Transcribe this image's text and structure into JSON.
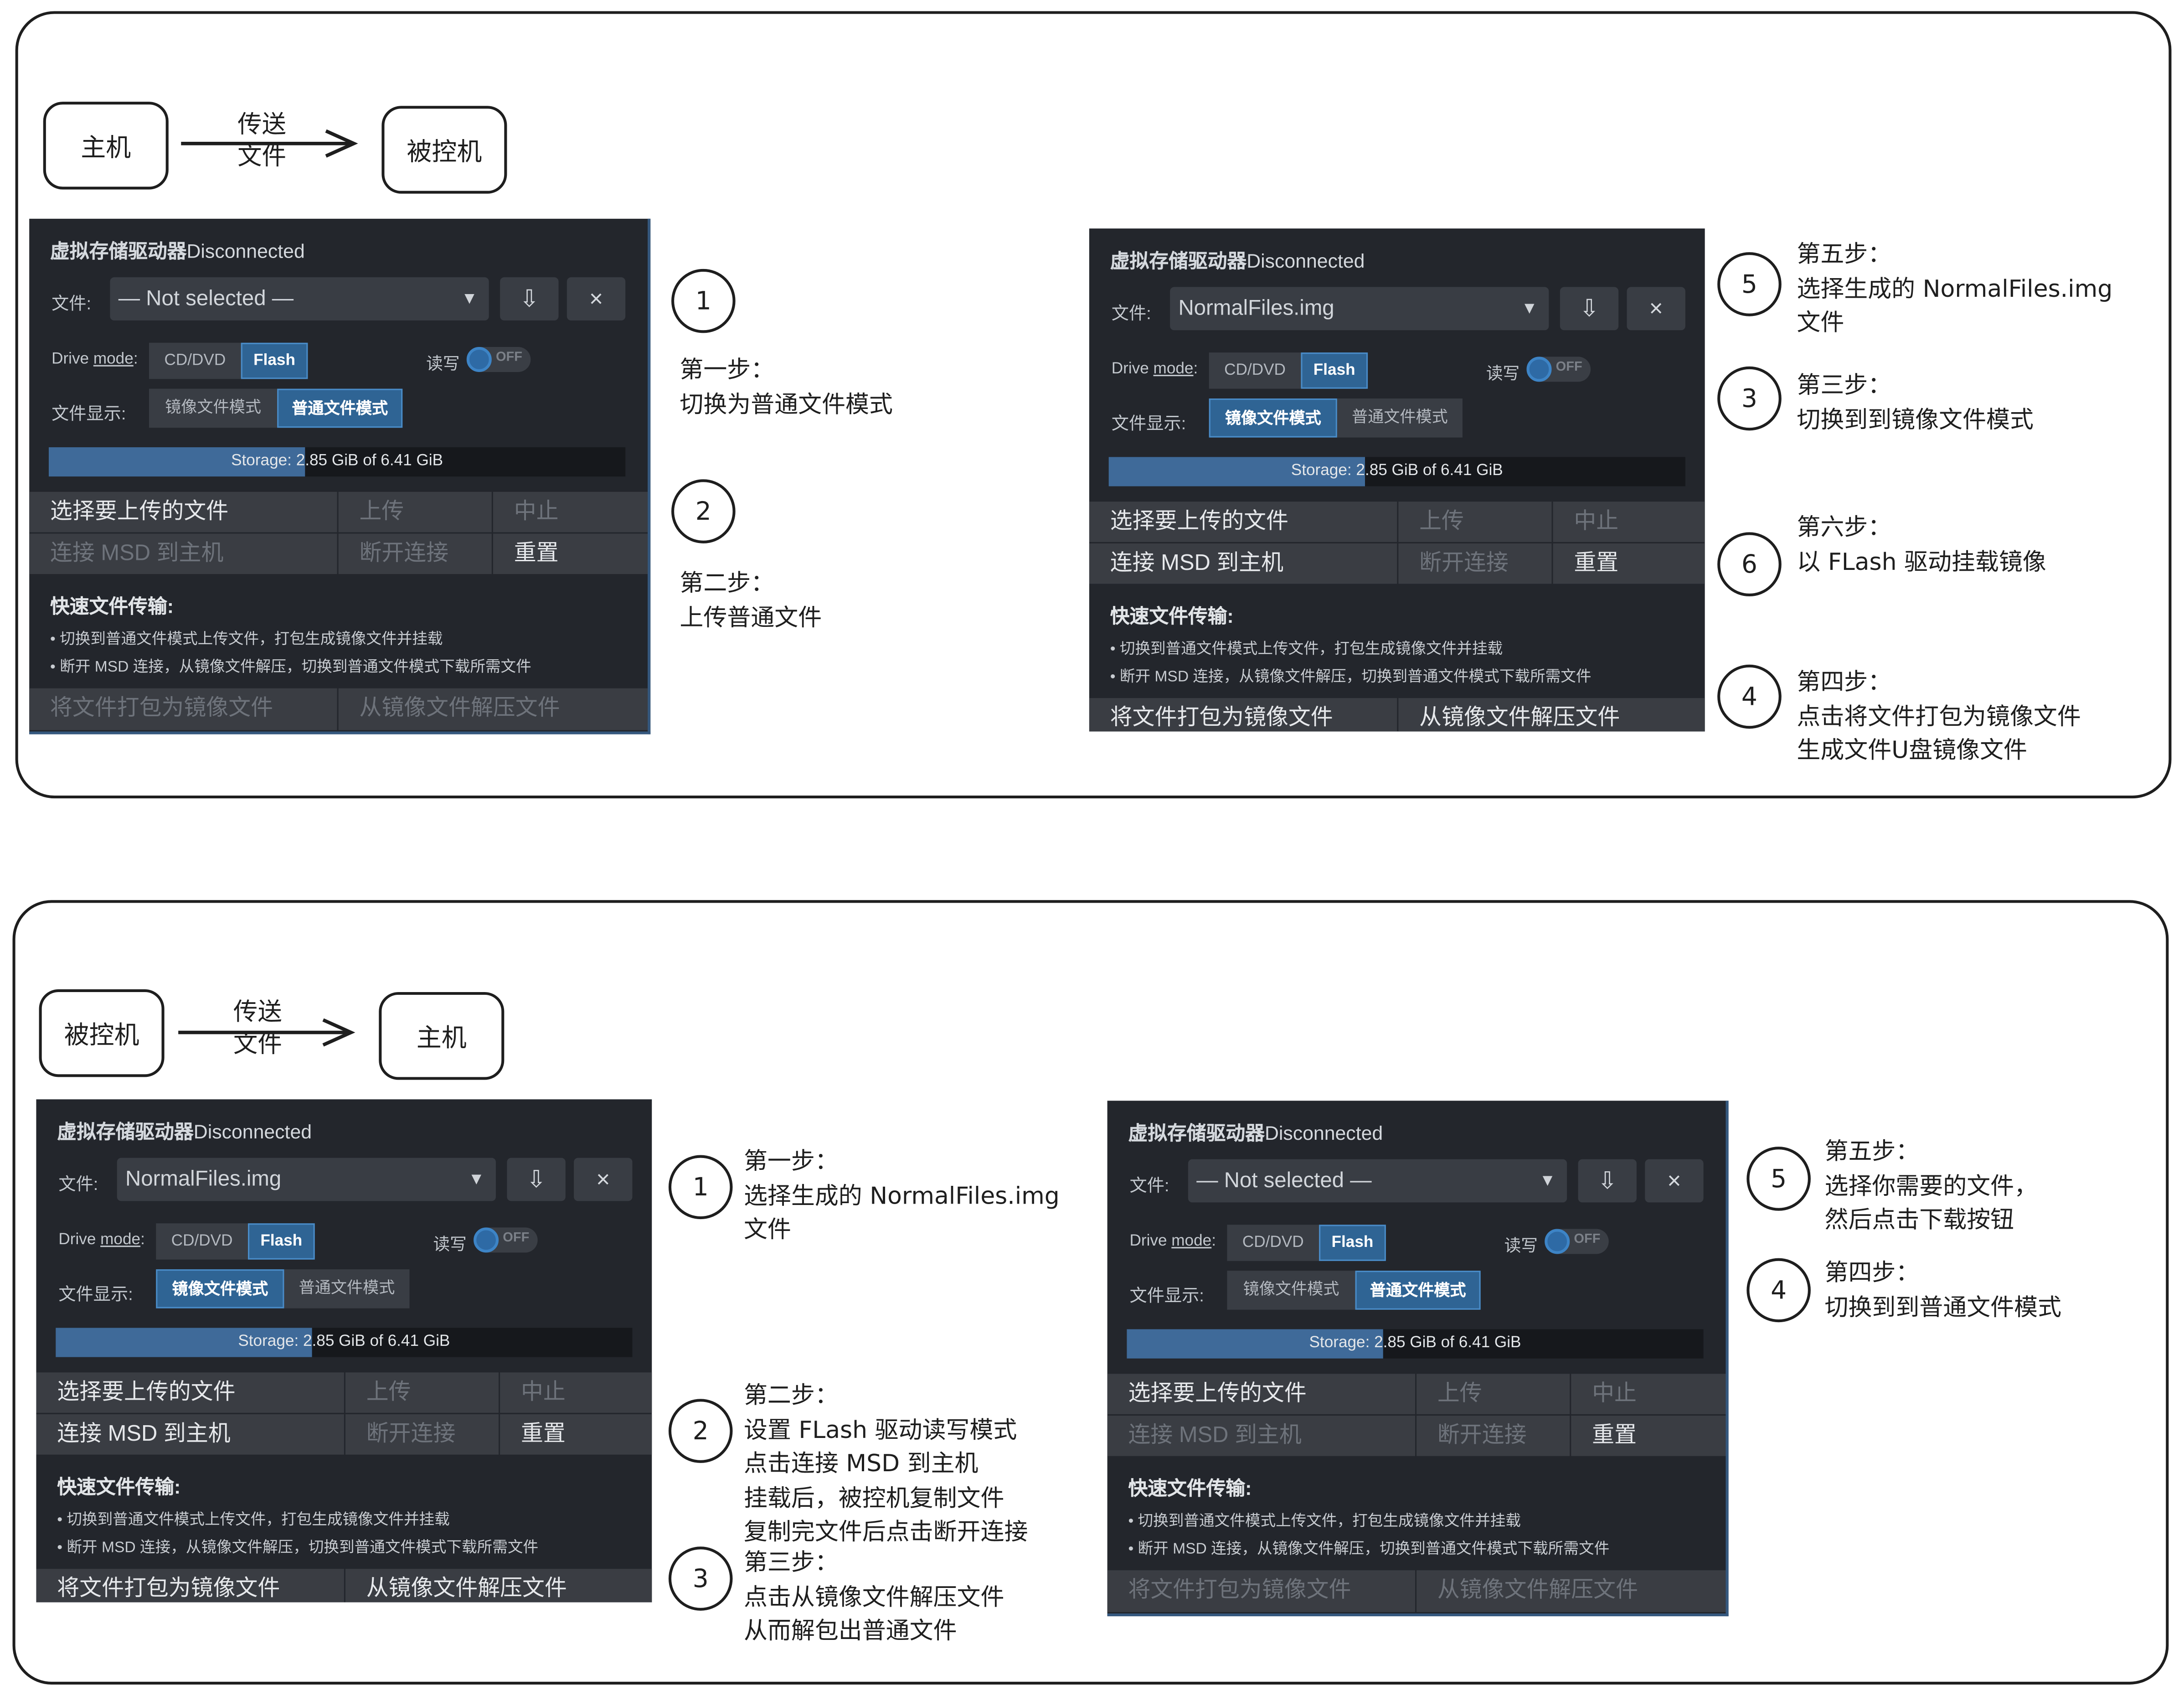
{
  "panel_labels": {
    "title_cn": "虚拟存储驱动器",
    "status": "Disconnected",
    "file_label": "文件:",
    "download_icon": "⇩",
    "close_icon": "×",
    "drive_mode_word": "Drive ",
    "drive_mode_u": "mode",
    "drive_mode_colon": ":",
    "mode_cd": "CD/DVD",
    "mode_flash": "Flash",
    "rw_label": "读写",
    "toggle_off": "OFF",
    "display_label": "文件显示:",
    "mode_image": "镜像文件模式",
    "mode_normal": "普通文件模式",
    "storage_text": "Storage: 2.85 GiB of 6.41 GiB",
    "select_upload": "选择要上传的文件",
    "upload": "上传",
    "abort": "中止",
    "connect_msd": "连接 MSD 到主机",
    "disconnect": "断开连接",
    "reset": "重置",
    "quick_title": "快速文件传输:",
    "quick_line1": "• 切换到普通文件模式上传文件，打包生成镜像文件并挂载",
    "quick_line2": "• 断开 MSD 连接，从镜像文件解压，切换到普通文件模式下载所需文件",
    "pack": "将文件打包为镜像文件",
    "unpack": "从镜像文件解压文件"
  },
  "storage_fraction": 0.445,
  "section1": {
    "flow": {
      "from": "主机",
      "label_line1": "传送",
      "label_line2": "文件",
      "to": "被控机"
    },
    "panel_a": {
      "file_value": "— Not selected —",
      "display_mode": "普通文件模式"
    },
    "panel_b": {
      "file_value": "NormalFiles.img",
      "display_mode": "镜像文件模式"
    },
    "steps_left": [
      {
        "num": "1",
        "title": "第一步：",
        "lines": [
          "切换为普通文件模式"
        ]
      },
      {
        "num": "2",
        "title": "第二步：",
        "lines": [
          "上传普通文件"
        ]
      }
    ],
    "steps_right": [
      {
        "num": "5",
        "title": "第五步：",
        "lines": [
          "选择生成的 NormalFiles.img",
          "文件"
        ]
      },
      {
        "num": "3",
        "title": "第三步：",
        "lines": [
          "切换到到镜像文件模式"
        ]
      },
      {
        "num": "6",
        "title": "第六步：",
        "lines": [
          "以 FLash 驱动挂载镜像"
        ]
      },
      {
        "num": "4",
        "title": "第四步：",
        "lines": [
          "点击将文件打包为镜像文件",
          "生成文件U盘镜像文件"
        ]
      }
    ]
  },
  "section2": {
    "flow": {
      "from": "被控机",
      "label_line1": "传送",
      "label_line2": "文件",
      "to": "主机"
    },
    "panel_c": {
      "file_value": "NormalFiles.img",
      "display_mode": "镜像文件模式"
    },
    "panel_d": {
      "file_value": "— Not selected —",
      "display_mode": "普通文件模式"
    },
    "steps_left": [
      {
        "num": "1",
        "title": "第一步：",
        "lines": [
          "选择生成的 NormalFiles.img",
          "文件"
        ]
      },
      {
        "num": "2",
        "title": "第二步：",
        "lines": [
          "设置 FLash 驱动读写模式",
          "点击连接 MSD 到主机",
          "挂载后，被控机复制文件",
          "复制完文件后点击断开连接"
        ]
      },
      {
        "num": "3",
        "title": "第三步：",
        "lines": [
          "点击从镜像文件解压文件",
          "从而解包出普通文件"
        ]
      }
    ],
    "steps_right": [
      {
        "num": "5",
        "title": "第五步：",
        "lines": [
          "选择你需要的文件，",
          "然后点击下载按钮"
        ]
      },
      {
        "num": "4",
        "title": "第四步：",
        "lines": [
          "切换到到普通文件模式"
        ]
      }
    ]
  }
}
